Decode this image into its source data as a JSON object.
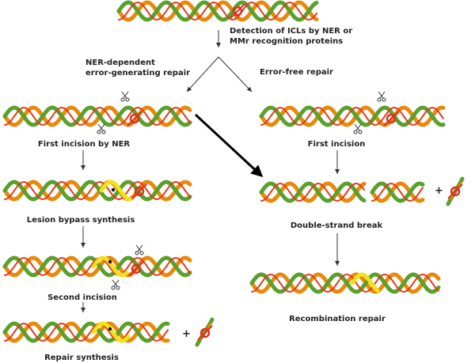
{
  "labels": {
    "detection": "Detection of ICLs by NER or",
    "detection2": "MMr recognition proteins",
    "ner_dependent": "NER-dependent",
    "error_generating": "error-generating repair",
    "error_free": "Error-free repair",
    "first_incision_ner": "First incision by NER",
    "first_incision": "First incision",
    "lesion_bypass": "Lesion bypass synthesis",
    "double_strand_break": "Double-strand break",
    "second_incision": "Second incision",
    "recombination_repair": "Recombination repair",
    "repair_synthesis": "Repair synthesis",
    "plus_1": "+",
    "plus_2": "+"
  },
  "colors": {
    "strand_orange": "#e8890c",
    "strand_green": "#5aa02c",
    "strand_red": "#e53a1e",
    "newly_synthesized": "#f2e21a",
    "crosslink": "#e0301e"
  },
  "icons": [
    "scissors-icon",
    "crosslink-icon"
  ]
}
